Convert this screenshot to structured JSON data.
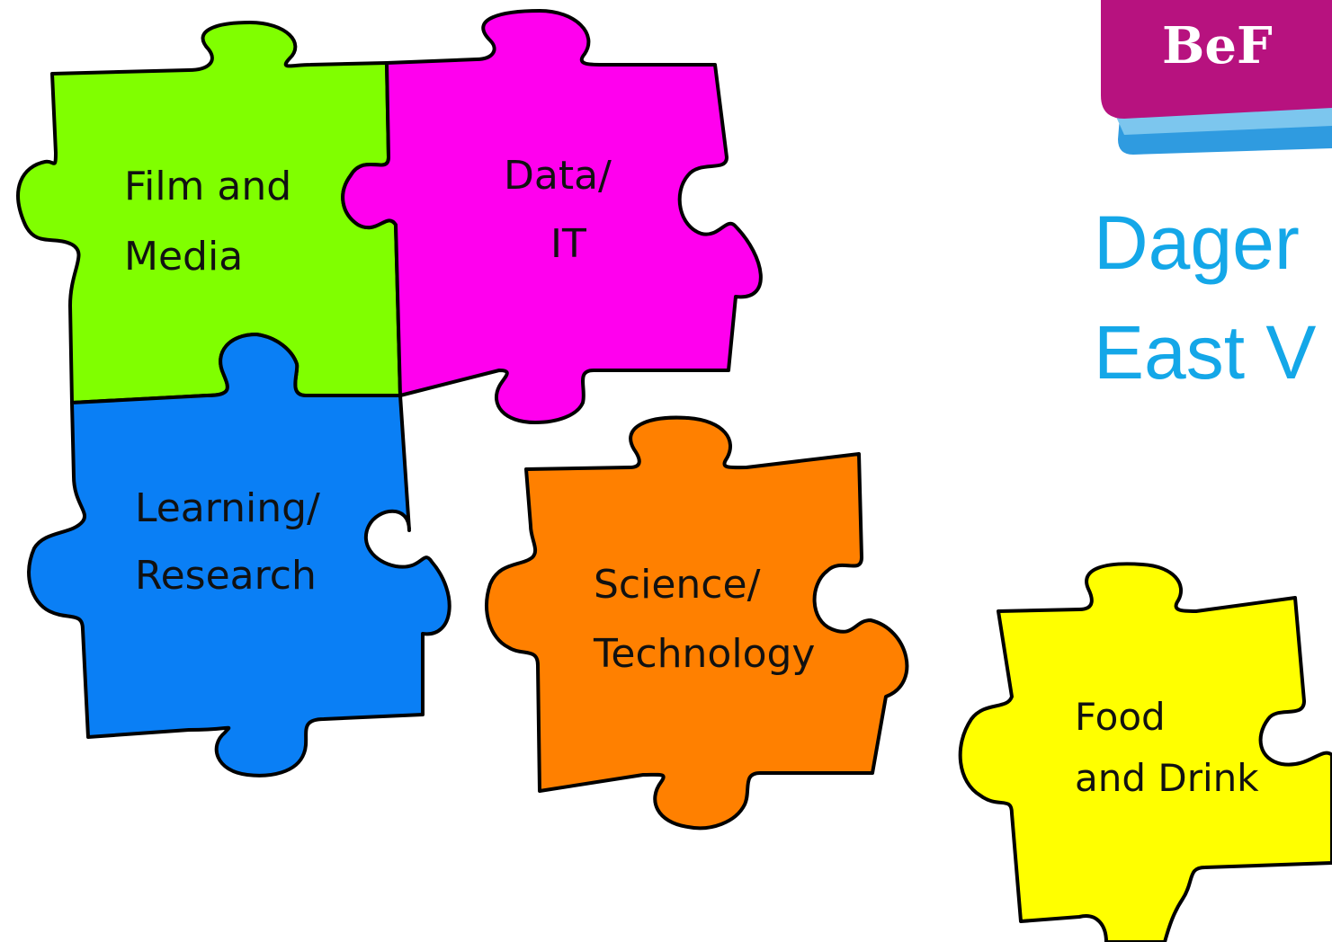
{
  "logo": {
    "text": "BeF",
    "colors": {
      "primary": "#b7127f",
      "secondary": "#2f9be0"
    }
  },
  "heading": {
    "line1": "Dager",
    "line2": "East V",
    "color": "#14a7e8"
  },
  "pieces": [
    {
      "id": "film-and-media",
      "lines": [
        "Film and",
        "Media"
      ],
      "color": "#80ff00"
    },
    {
      "id": "data-it",
      "lines": [
        "Data/",
        "IT"
      ],
      "color": "#ff00ee"
    },
    {
      "id": "learning-research",
      "lines": [
        "Learning/",
        "Research"
      ],
      "color": "#0a7ff5"
    },
    {
      "id": "science-technology",
      "lines": [
        "Science/",
        "Technology"
      ],
      "color": "#ff8000"
    },
    {
      "id": "food-and-drink",
      "lines": [
        "Food",
        "and Drink"
      ],
      "color": "#ffff00"
    }
  ]
}
